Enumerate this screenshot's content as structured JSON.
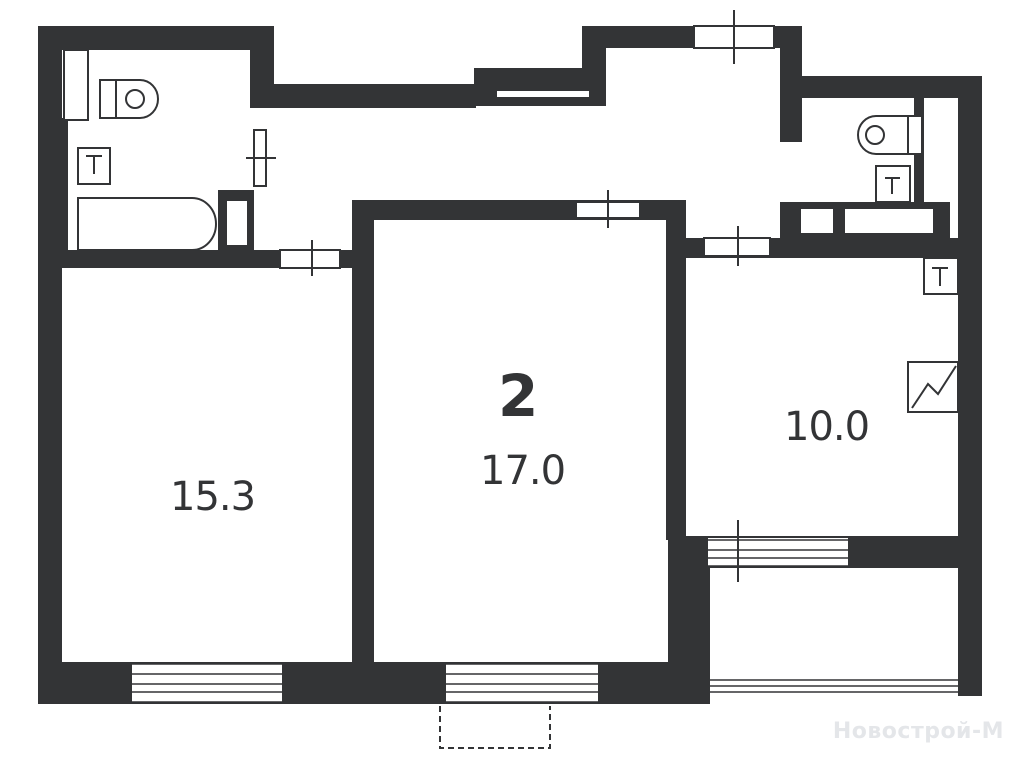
{
  "plan": {
    "apartment_rooms": "2",
    "rooms": [
      {
        "id": "bedroom-left",
        "area": "15.3"
      },
      {
        "id": "living-room",
        "area": "17.0"
      },
      {
        "id": "kitchen",
        "area": "10.0"
      }
    ]
  },
  "watermark": "Новострой-М",
  "colors": {
    "wall": "#333436",
    "background": "#ffffff",
    "watermark": "#e4e6e9"
  }
}
